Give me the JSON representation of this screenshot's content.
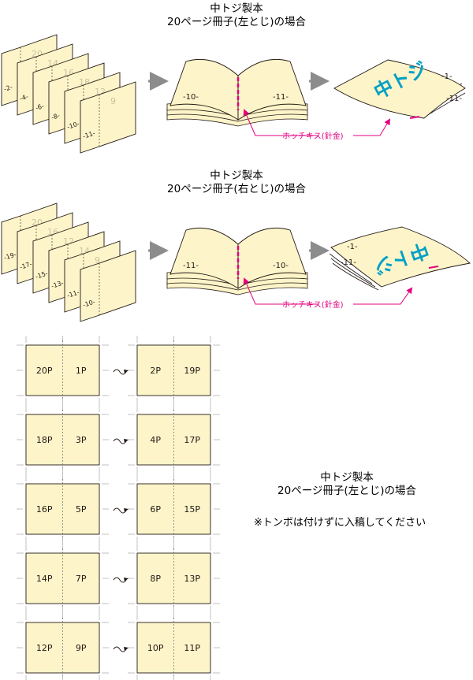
{
  "section_left": {
    "title_line1": "中トジ製本",
    "title_line2": "20ページ冊子(左とじ)の場合",
    "sheet_labels": [
      "-2-",
      "-4-",
      "-6-",
      "-8-",
      "-10-",
      "-11-"
    ],
    "ghost_labels": [
      "20",
      "14",
      "16",
      "18",
      "12",
      "9"
    ],
    "book_left_label": "-10-",
    "book_right_label": "-11-",
    "cover_page_label": "-1-",
    "cover_back_label": "-11-",
    "cover_text": "中トジ",
    "staple_label": "ホッチキス(針金)"
  },
  "section_right": {
    "title_line1": "中トジ製本",
    "title_line2": "20ページ冊子(右とじ)の場合",
    "sheet_labels": [
      "-19-",
      "-17-",
      "-15-",
      "-13-",
      "-11-",
      "-10-"
    ],
    "ghost_labels": [
      "20",
      "16",
      "12",
      "14",
      "9"
    ],
    "book_left_label": "-11-",
    "book_right_label": "-10-",
    "cover_page_label": "-1-",
    "cover_back_label": "-11-",
    "cover_text": "中トジ",
    "staple_label": "ホッチキス(針金)"
  },
  "imposition": {
    "rows": [
      {
        "left": [
          "20P",
          "1P"
        ],
        "right": [
          "2P",
          "19P"
        ]
      },
      {
        "left": [
          "18P",
          "3P"
        ],
        "right": [
          "4P",
          "17P"
        ]
      },
      {
        "left": [
          "16P",
          "5P"
        ],
        "right": [
          "6P",
          "15P"
        ]
      },
      {
        "left": [
          "14P",
          "7P"
        ],
        "right": [
          "8P",
          "13P"
        ]
      },
      {
        "left": [
          "12P",
          "9P"
        ],
        "right": [
          "10P",
          "11P"
        ]
      }
    ]
  },
  "side_note": {
    "title_line1": "中トジ製本",
    "title_line2": "20ページ冊子(左とじ)の場合",
    "instruction": "※トンボは付けずに入稿してください"
  },
  "colors": {
    "paper": "#fdf5c9",
    "stroke": "#231815",
    "accent": "#e4007f",
    "cover_text": "#00a0c6",
    "arrow": "#8c8c8c"
  }
}
